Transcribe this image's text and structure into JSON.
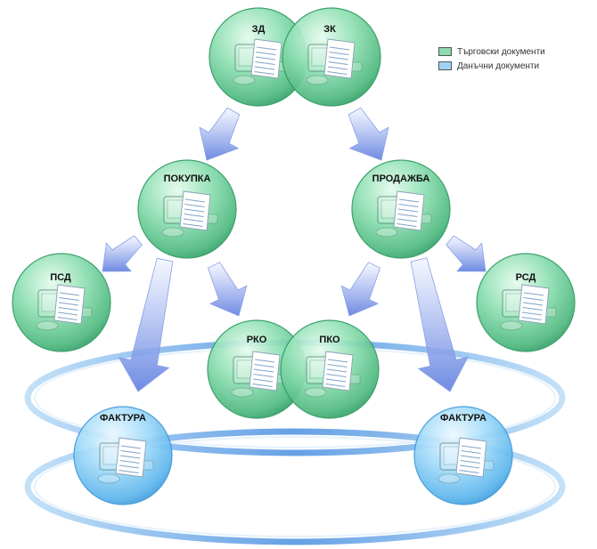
{
  "legend": {
    "items": [
      {
        "label": "Търговски документи",
        "color": "#8fd8b0"
      },
      {
        "label": "Данъчни документи",
        "color": "#9fd3f5"
      }
    ]
  },
  "nodes": {
    "zd": {
      "label": "ЗД",
      "kind": "trade"
    },
    "zk": {
      "label": "ЗК",
      "kind": "trade"
    },
    "pokupka": {
      "label": "ПОКУПКА",
      "kind": "trade"
    },
    "prodazhba": {
      "label": "ПРОДАЖБА",
      "kind": "trade"
    },
    "psd": {
      "label": "ПСД",
      "kind": "trade"
    },
    "rsd": {
      "label": "РСД",
      "kind": "trade"
    },
    "rko": {
      "label": "РКО",
      "kind": "trade"
    },
    "pko": {
      "label": "ПКО",
      "kind": "trade"
    },
    "faktura_left": {
      "label": "ФАКТУРА",
      "kind": "tax"
    },
    "faktura_right": {
      "label": "ФАКТУРА",
      "kind": "tax"
    }
  },
  "colors": {
    "trade": "#5cc48c",
    "tax": "#6cc0ee",
    "arrow": "#5f7ee0",
    "ring": "#4a90e0"
  }
}
